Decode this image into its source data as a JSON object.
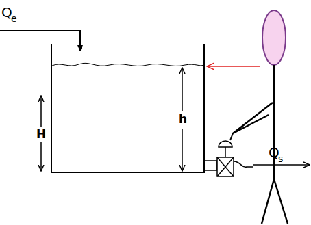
{
  "diagram": {
    "labels": [
      "Q",
      "e",
      "H",
      "h",
      "Q",
      "s"
    ]
  }
}
